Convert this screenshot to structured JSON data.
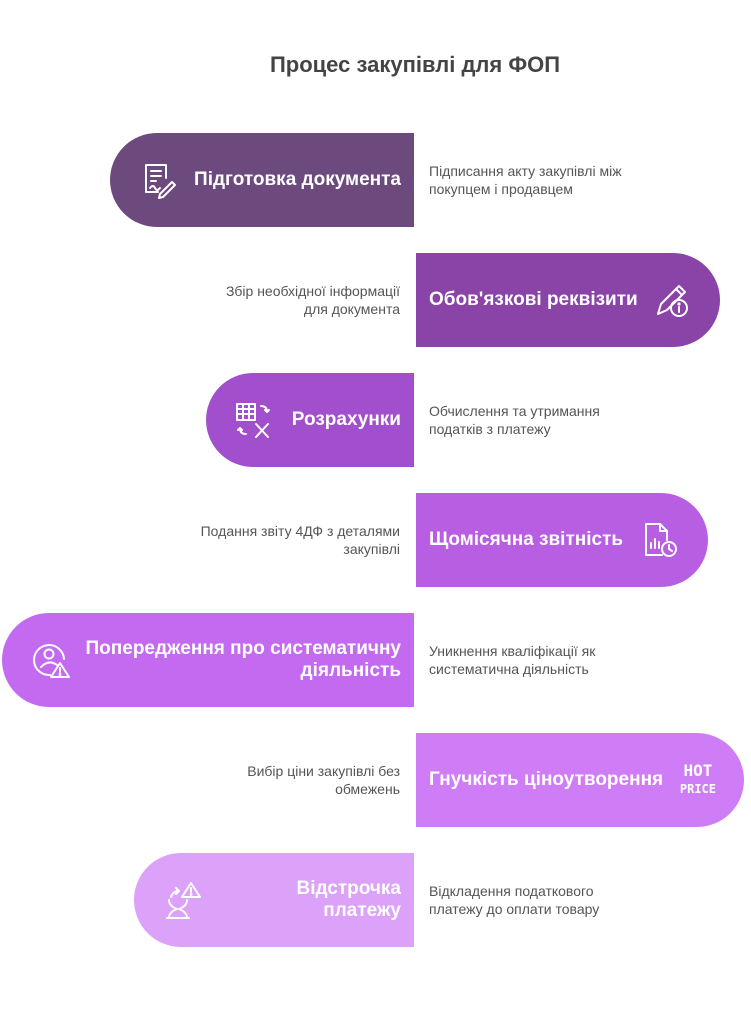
{
  "title": "Процес закупівлі для ФОП",
  "steps": [
    {
      "label": "Підготовка документа",
      "description": "Підписання акту закупівлі між покупцем і продавцем",
      "color": "#6d4a7e",
      "icon": "document-signature-icon"
    },
    {
      "label": "Обов'язкові реквізити",
      "description": "Збір необхідної інформації для документа",
      "color": "#8a44a8",
      "icon": "pencil-info-icon"
    },
    {
      "label": "Розрахунки",
      "description": "Обчислення та утримання податків з платежу",
      "color": "#a14fcc",
      "icon": "spreadsheet-calculation-icon"
    },
    {
      "label": "Щомісячна звітність",
      "description": "Подання звіту 4ДФ з деталями закупівлі",
      "color": "#b85ee3",
      "icon": "report-clock-icon"
    },
    {
      "label": "Попередження про систематичну діяльність",
      "description": "Уникнення кваліфікації як систематична діяльність",
      "color": "#c46af0",
      "icon": "person-warning-icon"
    },
    {
      "label": "Гнучкість ціноутворення",
      "description": "Вибір ціни закупівлі без обмежень",
      "color": "#cf7cf7",
      "icon": "hot-price-icon",
      "icon_text": [
        "HOT",
        "PRICE"
      ]
    },
    {
      "label": "Відстрочка платежу",
      "description": "Відкладення податкового платежу до оплати товару",
      "color": "#dca1f8",
      "icon": "hourglass-warning-icon"
    }
  ]
}
